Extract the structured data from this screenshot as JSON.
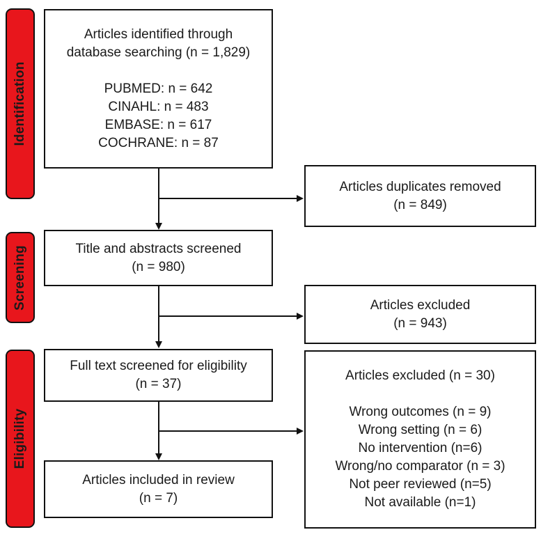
{
  "phases": {
    "identification": "Identification",
    "screening": "Screening",
    "eligibility": "Eligibility"
  },
  "identified": {
    "title_line1": "Articles identified through",
    "title_line2": "database searching (n = 1,829)",
    "sources": [
      "PUBMED: n = 642",
      "CINAHL: n = 483",
      "EMBASE: n = 617",
      "COCHRANE: n = 87"
    ]
  },
  "duplicates": {
    "line1": "Articles duplicates removed",
    "line2": "(n = 849)"
  },
  "screened": {
    "line1": "Title and abstracts screened",
    "line2": "(n = 980)"
  },
  "excluded_screen": {
    "line1": "Articles excluded",
    "line2": "(n = 943)"
  },
  "fulltext": {
    "line1": "Full text screened for eligibility",
    "line2": "(n = 37)"
  },
  "excluded_fulltext": {
    "title": "Articles excluded (n = 30)",
    "reasons": [
      "Wrong outcomes (n = 9)",
      "Wrong setting (n = 6)",
      "No intervention (n=6)",
      "Wrong/no comparator (n = 3)",
      "Not peer reviewed (n=5)",
      "Not available (n=1)"
    ]
  },
  "included": {
    "line1": "Articles included in review",
    "line2": "(n = 7)"
  }
}
